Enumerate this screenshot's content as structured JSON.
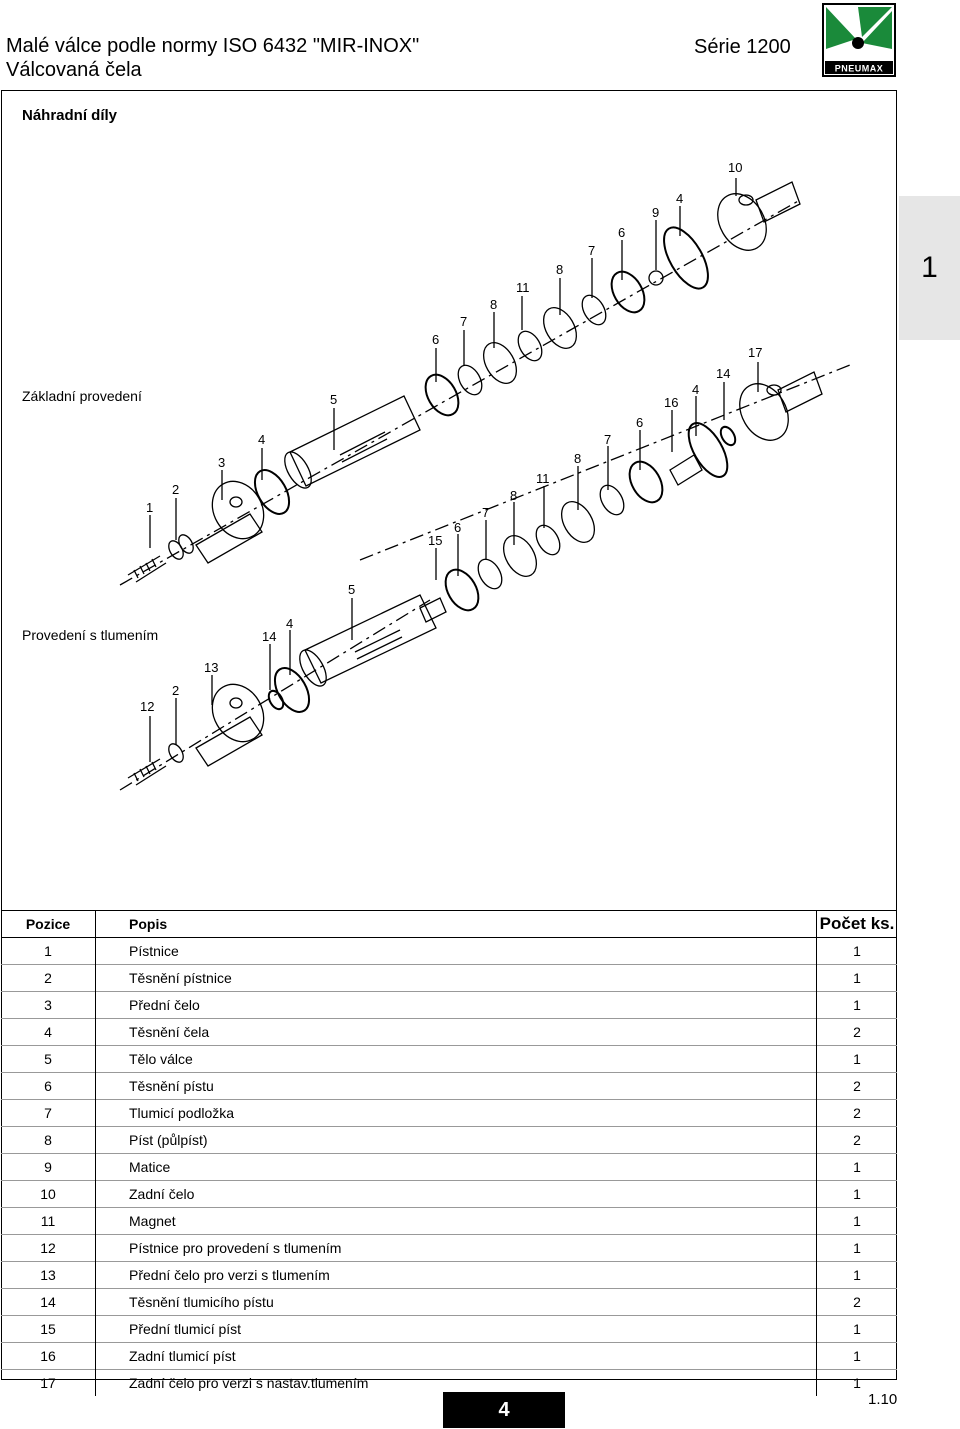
{
  "header": {
    "title_line1": "Malé válce podle normy ISO 6432 \"MIR-INOX\"",
    "title_line2": "Válcovaná čela",
    "series": "Série 1200",
    "logo_text": "PNEUMAX"
  },
  "section_title": "Náhradní díly",
  "variants": {
    "basic": "Základní provedení",
    "cushioned": "Provedení s tlumením"
  },
  "side_tab": "1",
  "callouts": {
    "basic": [
      "1",
      "2",
      "3",
      "4",
      "5",
      "6",
      "7",
      "8",
      "11",
      "8",
      "7",
      "6",
      "9",
      "4",
      "10"
    ],
    "cushion_mid": [
      "15",
      "6",
      "7",
      "8",
      "11",
      "8",
      "7",
      "6",
      "16",
      "4",
      "14",
      "17"
    ],
    "cushion_low": [
      "12",
      "2",
      "13",
      "14",
      "4",
      "5"
    ]
  },
  "table": {
    "headers": {
      "pos": "Pozice",
      "desc": "Popis",
      "qty": "Počet ks."
    },
    "rows": [
      {
        "pos": "1",
        "desc": "Pístnice",
        "qty": "1"
      },
      {
        "pos": "2",
        "desc": "Těsnění pístnice",
        "qty": "1"
      },
      {
        "pos": "3",
        "desc": "Přední čelo",
        "qty": "1"
      },
      {
        "pos": "4",
        "desc": "Těsnění čela",
        "qty": "2"
      },
      {
        "pos": "5",
        "desc": "Tělo válce",
        "qty": "1"
      },
      {
        "pos": "6",
        "desc": "Těsnění pístu",
        "qty": "2"
      },
      {
        "pos": "7",
        "desc": "Tlumicí podložka",
        "qty": "2"
      },
      {
        "pos": "8",
        "desc": "Píst (půlpíst)",
        "qty": "2"
      },
      {
        "pos": "9",
        "desc": "Matice",
        "qty": "1"
      },
      {
        "pos": "10",
        "desc": "Zadní čelo",
        "qty": "1"
      },
      {
        "pos": "11",
        "desc": "Magnet",
        "qty": "1"
      },
      {
        "pos": "12",
        "desc": "Pístnice pro provedení s tlumením",
        "qty": "1"
      },
      {
        "pos": "13",
        "desc": "Přední čelo pro verzi s tlumením",
        "qty": "1"
      },
      {
        "pos": "14",
        "desc": "Těsnění tlumicího pístu",
        "qty": "2"
      },
      {
        "pos": "15",
        "desc": "Přední tlumicí píst",
        "qty": "1"
      },
      {
        "pos": "16",
        "desc": "Zadní tlumicí píst",
        "qty": "1"
      },
      {
        "pos": "17",
        "desc": "Zadní čelo pro verzi s nastav.tlumením",
        "qty": "1"
      }
    ]
  },
  "footer": {
    "page": "4",
    "ref": "1.10"
  }
}
